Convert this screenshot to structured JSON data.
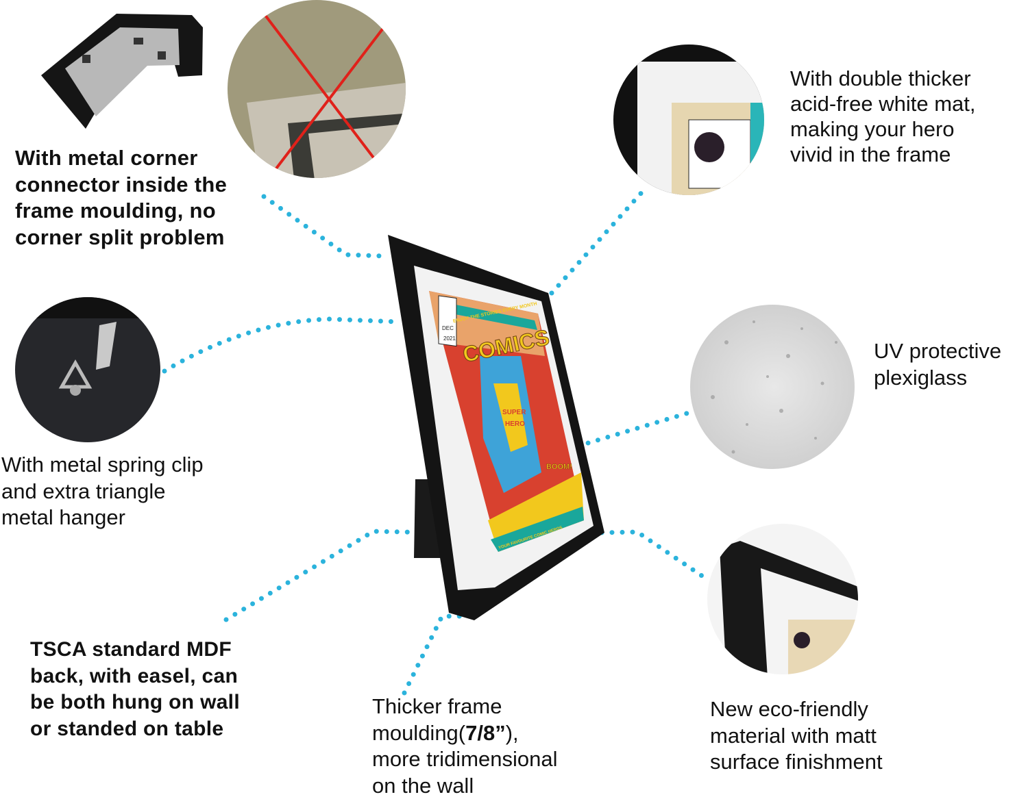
{
  "features": [
    {
      "id": "corner-connector",
      "lines": [
        "With metal corner",
        "connector inside the",
        "frame moulding, no",
        "corner split problem"
      ]
    },
    {
      "id": "white-mat",
      "lines": [
        "With double thicker",
        "acid-free white mat,",
        "making your hero",
        "vivid in the frame"
      ]
    },
    {
      "id": "spring-clip",
      "lines": [
        "With metal spring clip",
        "and extra triangle",
        "metal hanger"
      ]
    },
    {
      "id": "plexiglass",
      "lines": [
        "UV protective",
        "plexiglass"
      ]
    },
    {
      "id": "mdf-back",
      "lines": [
        "TSCA standard MDF",
        "back, with easel, can",
        "be both hung on wall",
        "or standed on table"
      ]
    },
    {
      "id": "moulding",
      "lines": [
        "Thicker frame",
        "moulding(",
        "7/8”",
        "),",
        "more tridimensional",
        "on the wall"
      ]
    },
    {
      "id": "eco-material",
      "lines": [
        "New eco-friendly",
        "material with matt",
        "surface finishment"
      ]
    }
  ],
  "poster": {
    "tagline": "ENJOY THE STORIES EVERY MONTH",
    "title": "COMICS",
    "month": "DEC",
    "year": "2021",
    "badge": "BOOM!",
    "shirt": [
      "SUPER",
      "HERO"
    ],
    "footer": "YOUR FAVOURITE COMIC HEROS"
  },
  "colors": {
    "dots": "#2bb3dc",
    "frame": "#111111",
    "poster_red": "#d8412f",
    "poster_yellow": "#f2c81d",
    "poster_blue": "#3ea3d8",
    "poster_teal": "#1aa79b"
  }
}
